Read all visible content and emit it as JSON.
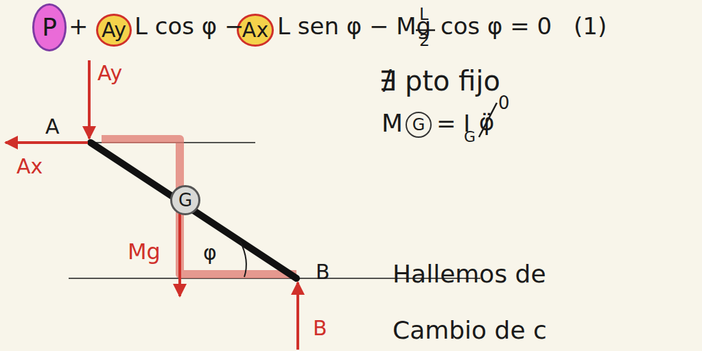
{
  "diagram": {
    "nodes": [
      {
        "text": [
          "P"
        ]
      },
      {
        "text": [
          "Ay"
        ]
      },
      {
        "text": [
          "Ax"
        ]
      },
      {
        "text": [
          "G"
        ]
      },
      {
        "text": [
          "G"
        ]
      }
    ],
    "labels": [
      "+",
      "L cos φ −",
      "L sen φ − Mg",
      "L",
      "2",
      "cos φ = 0",
      "(1)",
      "A",
      "Ay",
      "Ax",
      "Mg",
      "φ",
      "B",
      "B",
      "∄ pto fijo",
      "M",
      "= I",
      "G",
      "φ̈",
      "0",
      "Hallemos de",
      "Cambio de c"
    ]
  }
}
